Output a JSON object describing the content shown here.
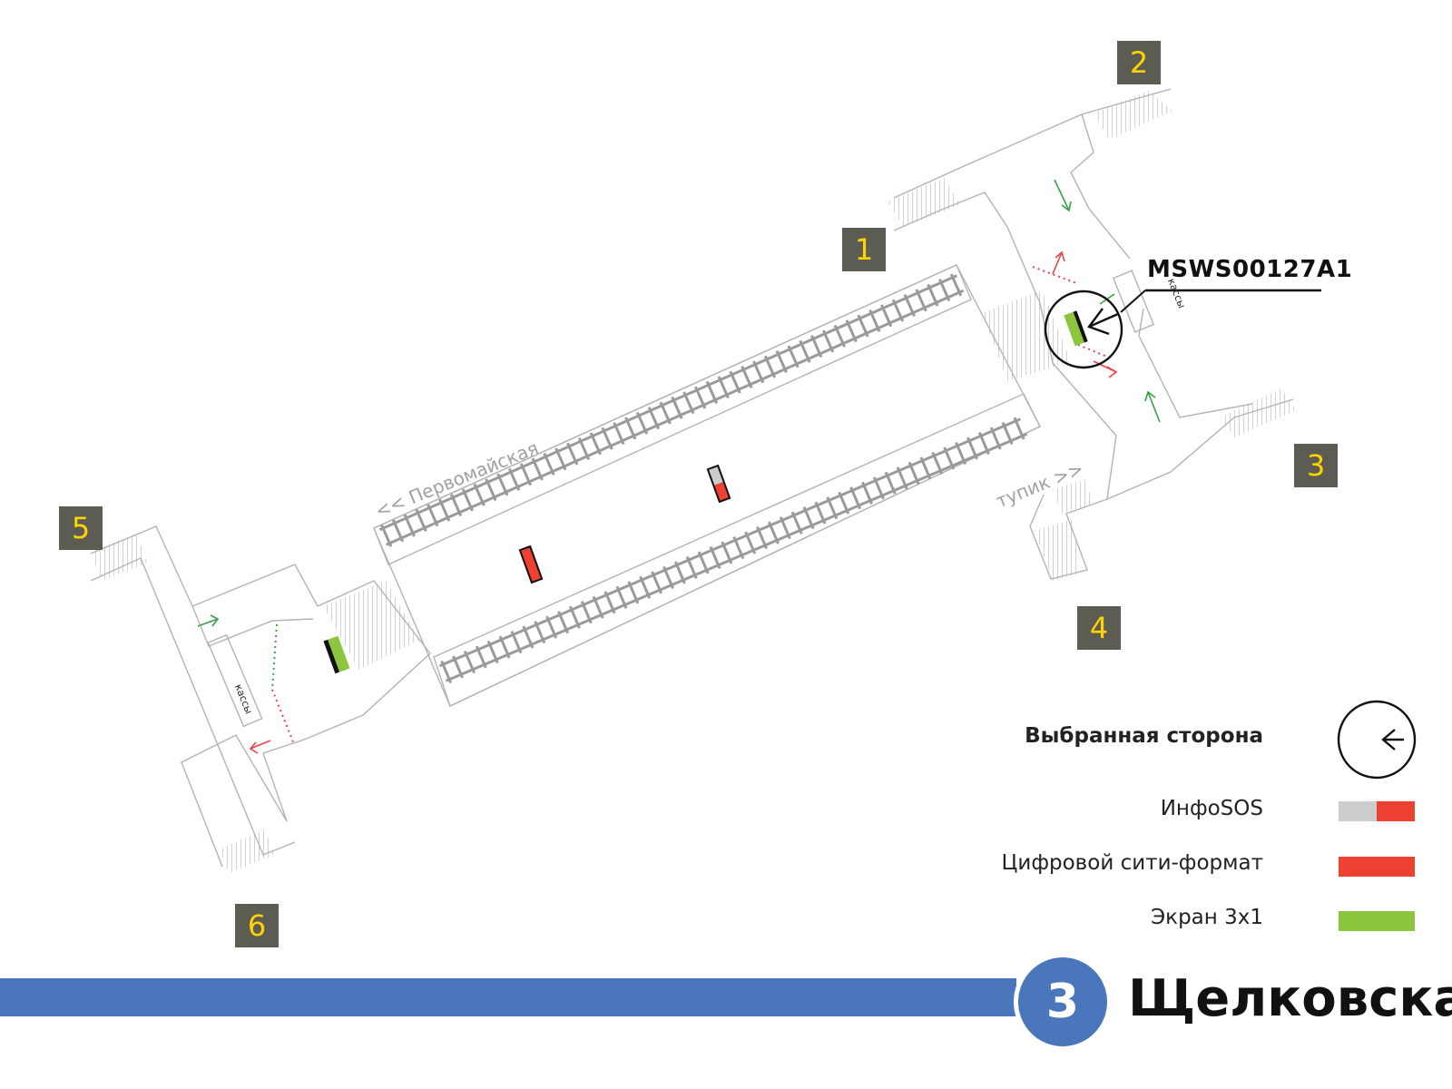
{
  "exits": [
    {
      "number": "1"
    },
    {
      "number": "2"
    },
    {
      "number": "3"
    },
    {
      "number": "4"
    },
    {
      "number": "5"
    },
    {
      "number": "6"
    }
  ],
  "direction_labels": {
    "left": "<< Первомайская",
    "right": "тупик >>"
  },
  "ticket_office_label": "кассы",
  "selected_panel_code": "MSWS00127A1",
  "legend": {
    "selected_side": "Выбранная сторона",
    "infosos": "ИнфоSOS",
    "digital_city_format": "Цифровой сити-формат",
    "screen_3x1": "Экран 3x1"
  },
  "line": {
    "number": "3",
    "station": "Щелковская"
  },
  "colors": {
    "line_blue": "#4a76bc",
    "exit_badge_bg": "#5c5c52",
    "exit_badge_text": "#ffd400",
    "infosos_gray": "#cccccc",
    "ad_red": "#ee4132",
    "screen_green": "#8cc63f",
    "wall_gray": "#b3b3b3",
    "track_gray": "#9a9a9a",
    "arrow_green": "#3aa14a",
    "arrow_red": "#e8434a"
  }
}
